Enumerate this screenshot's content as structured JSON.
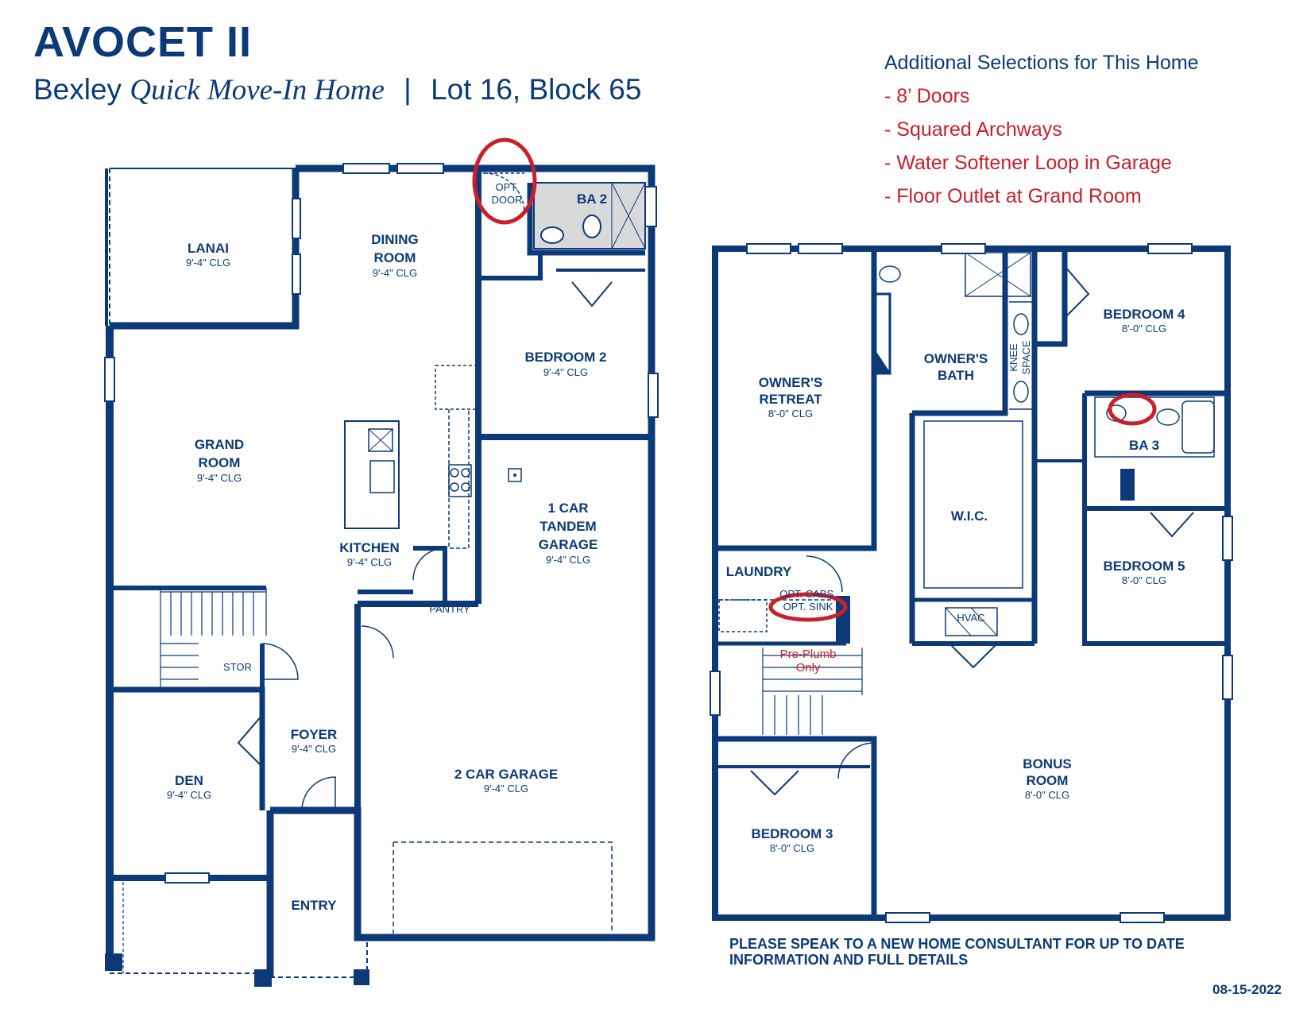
{
  "header": {
    "title": "AVOCET II",
    "community": "Bexley",
    "home_type": "Quick Move-In Home",
    "separator": "|",
    "lot": "Lot 16, Block 65"
  },
  "selections": {
    "heading": "Additional Selections for This Home",
    "items": [
      "- 8’ Doors",
      "- Squared Archways",
      "- Water Softener Loop in Garage",
      "- Floor Outlet at Grand Room"
    ]
  },
  "first_floor": {
    "lanai": {
      "name": "LANAI",
      "clg": "9'-4\" CLG"
    },
    "dining": {
      "name_1": "DINING",
      "name_2": "ROOM",
      "clg": "9'-4\" CLG"
    },
    "opt_door": {
      "line_1": "OPT.",
      "line_2": "DOOR"
    },
    "ba2": {
      "name": "BA 2"
    },
    "bedroom2": {
      "name": "BEDROOM 2",
      "clg": "9'-4\" CLG"
    },
    "grand": {
      "name_1": "GRAND",
      "name_2": "ROOM",
      "clg": "9'-4\" CLG"
    },
    "kitchen": {
      "name": "KITCHEN",
      "clg": "9'-4\" CLG"
    },
    "pantry": {
      "name": "PANTRY"
    },
    "tandem": {
      "name_1": "1 CAR",
      "name_2": "TANDEM",
      "name_3": "GARAGE",
      "clg": "9'-4\" CLG"
    },
    "stor": {
      "name": "STOR"
    },
    "foyer": {
      "name": "FOYER",
      "clg": "9'-4\" CLG"
    },
    "den": {
      "name": "DEN",
      "clg": "9'-4\" CLG"
    },
    "garage2": {
      "name": "2 CAR GARAGE",
      "clg": "9'-4\" CLG"
    },
    "entry": {
      "name": "ENTRY"
    }
  },
  "second_floor": {
    "owners_retreat": {
      "name_1": "OWNER'S",
      "name_2": "RETREAT",
      "clg": "8'-0\" CLG"
    },
    "owners_bath": {
      "name_1": "OWNER'S",
      "name_2": "BATH"
    },
    "knee_space": {
      "line_1": "KNEE",
      "line_2": "SPACE"
    },
    "bedroom4": {
      "name": "BEDROOM 4",
      "clg": "8'-0\" CLG"
    },
    "ba3": {
      "name": "BA 3"
    },
    "wic": {
      "name": "W.I.C."
    },
    "laundry": {
      "name": "LAUNDRY"
    },
    "opt_cabs": {
      "name": "OPT. CABS."
    },
    "opt_sink": {
      "name": "OPT. SINK"
    },
    "hvac": {
      "name": "HVAC"
    },
    "bedroom5": {
      "name": "BEDROOM 5",
      "clg": "8'-0\" CLG"
    },
    "pre_plumb": {
      "line_1": "Pre-Plumb",
      "line_2": "Only"
    },
    "bonus": {
      "name_1": "BONUS",
      "name_2": "ROOM",
      "clg": "8'-0\" CLG"
    },
    "bedroom3": {
      "name": "BEDROOM 3",
      "clg": "8'-0\" CLG"
    }
  },
  "footer": {
    "disclaimer_1": "PLEASE SPEAK TO A NEW HOME CONSULTANT FOR UP TO DATE",
    "disclaimer_2": "INFORMATION AND FULL DETAILS",
    "date": "08-15-2022"
  },
  "colors": {
    "wall": "#0c3a78",
    "accent": "#c8202c",
    "fixture": "#d9d9d9"
  }
}
